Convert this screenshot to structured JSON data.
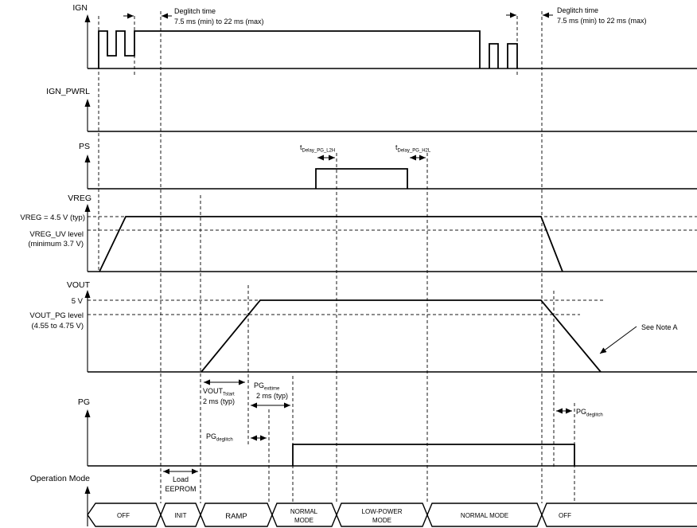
{
  "signals": {
    "ign": {
      "label": "IGN",
      "states": "low, glitch pulses, high (long), glitch pulses, low"
    },
    "ign_pwrl": {
      "label": "IGN_PWRL",
      "states": "low for entire sequence"
    },
    "ps": {
      "label": "PS",
      "states": "low, high pulse during low-power mode request, low"
    },
    "vreg": {
      "label": "VREG",
      "states": "ramps up to 4.5 V typ after IGN rise, high, ramps down at power-down"
    },
    "vout": {
      "label": "VOUT",
      "states": "ramps to 5 V during RAMP, high, ramps down at power-down"
    },
    "pg": {
      "label": "PG",
      "states": "low, asserts high after deglitch + extension time, deasserts at power-down"
    },
    "op_mode": {
      "label": "Operation Mode",
      "states": "OFF, INIT, RAMP, NORMAL MODE, LOW-POWER MODE, NORMAL MODE, OFF"
    }
  },
  "annotations": {
    "deglitch_left": {
      "line1": "Deglitch time",
      "line2": "7.5 ms (min) to 22 ms (max)"
    },
    "deglitch_right": {
      "line1": "Deglitch time",
      "line2": "7.5 ms (min) to 22 ms (max)"
    },
    "t_delay_l2h": {
      "main": "t",
      "sub": "Delay_PG_L2H"
    },
    "t_delay_h2l": {
      "main": "t",
      "sub": "Delay_PG_H2L"
    },
    "vreg_level": "VREG = 4.5 V (typ)",
    "vreg_uv_line1": "VREG_UV level",
    "vreg_uv_line2": "(minimum 3.7 V)",
    "vout_5v": "5 V",
    "vout_pg_line1": "VOUT_PG level",
    "vout_pg_line2": "(4.55 to 4.75 V)",
    "see_note": "See Note A",
    "vout_tstart": {
      "main": "VOUT",
      "sub": "Tstart",
      "value": "2 ms (typ)"
    },
    "pg_exttime": {
      "main": "PG",
      "sub": "exttime",
      "value": "2 ms (typ)"
    },
    "pg_deglitch_start": {
      "main": "PG",
      "sub": "deglitch"
    },
    "pg_deglitch_end": {
      "main": "PG",
      "sub": "deglitch"
    },
    "load_eeprom": {
      "line1": "Load",
      "line2": "EEPROM"
    }
  },
  "op_modes": {
    "seg1": "OFF",
    "seg2": "INIT",
    "seg3": "RAMP",
    "seg4_line1": "NORMAL",
    "seg4_line2": "MODE",
    "seg5_line1": "LOW-POWER",
    "seg5_line2": "MODE",
    "seg6": "NORMAL MODE",
    "seg7": "OFF"
  },
  "colors": {
    "line": "#000000",
    "background": "#ffffff"
  }
}
